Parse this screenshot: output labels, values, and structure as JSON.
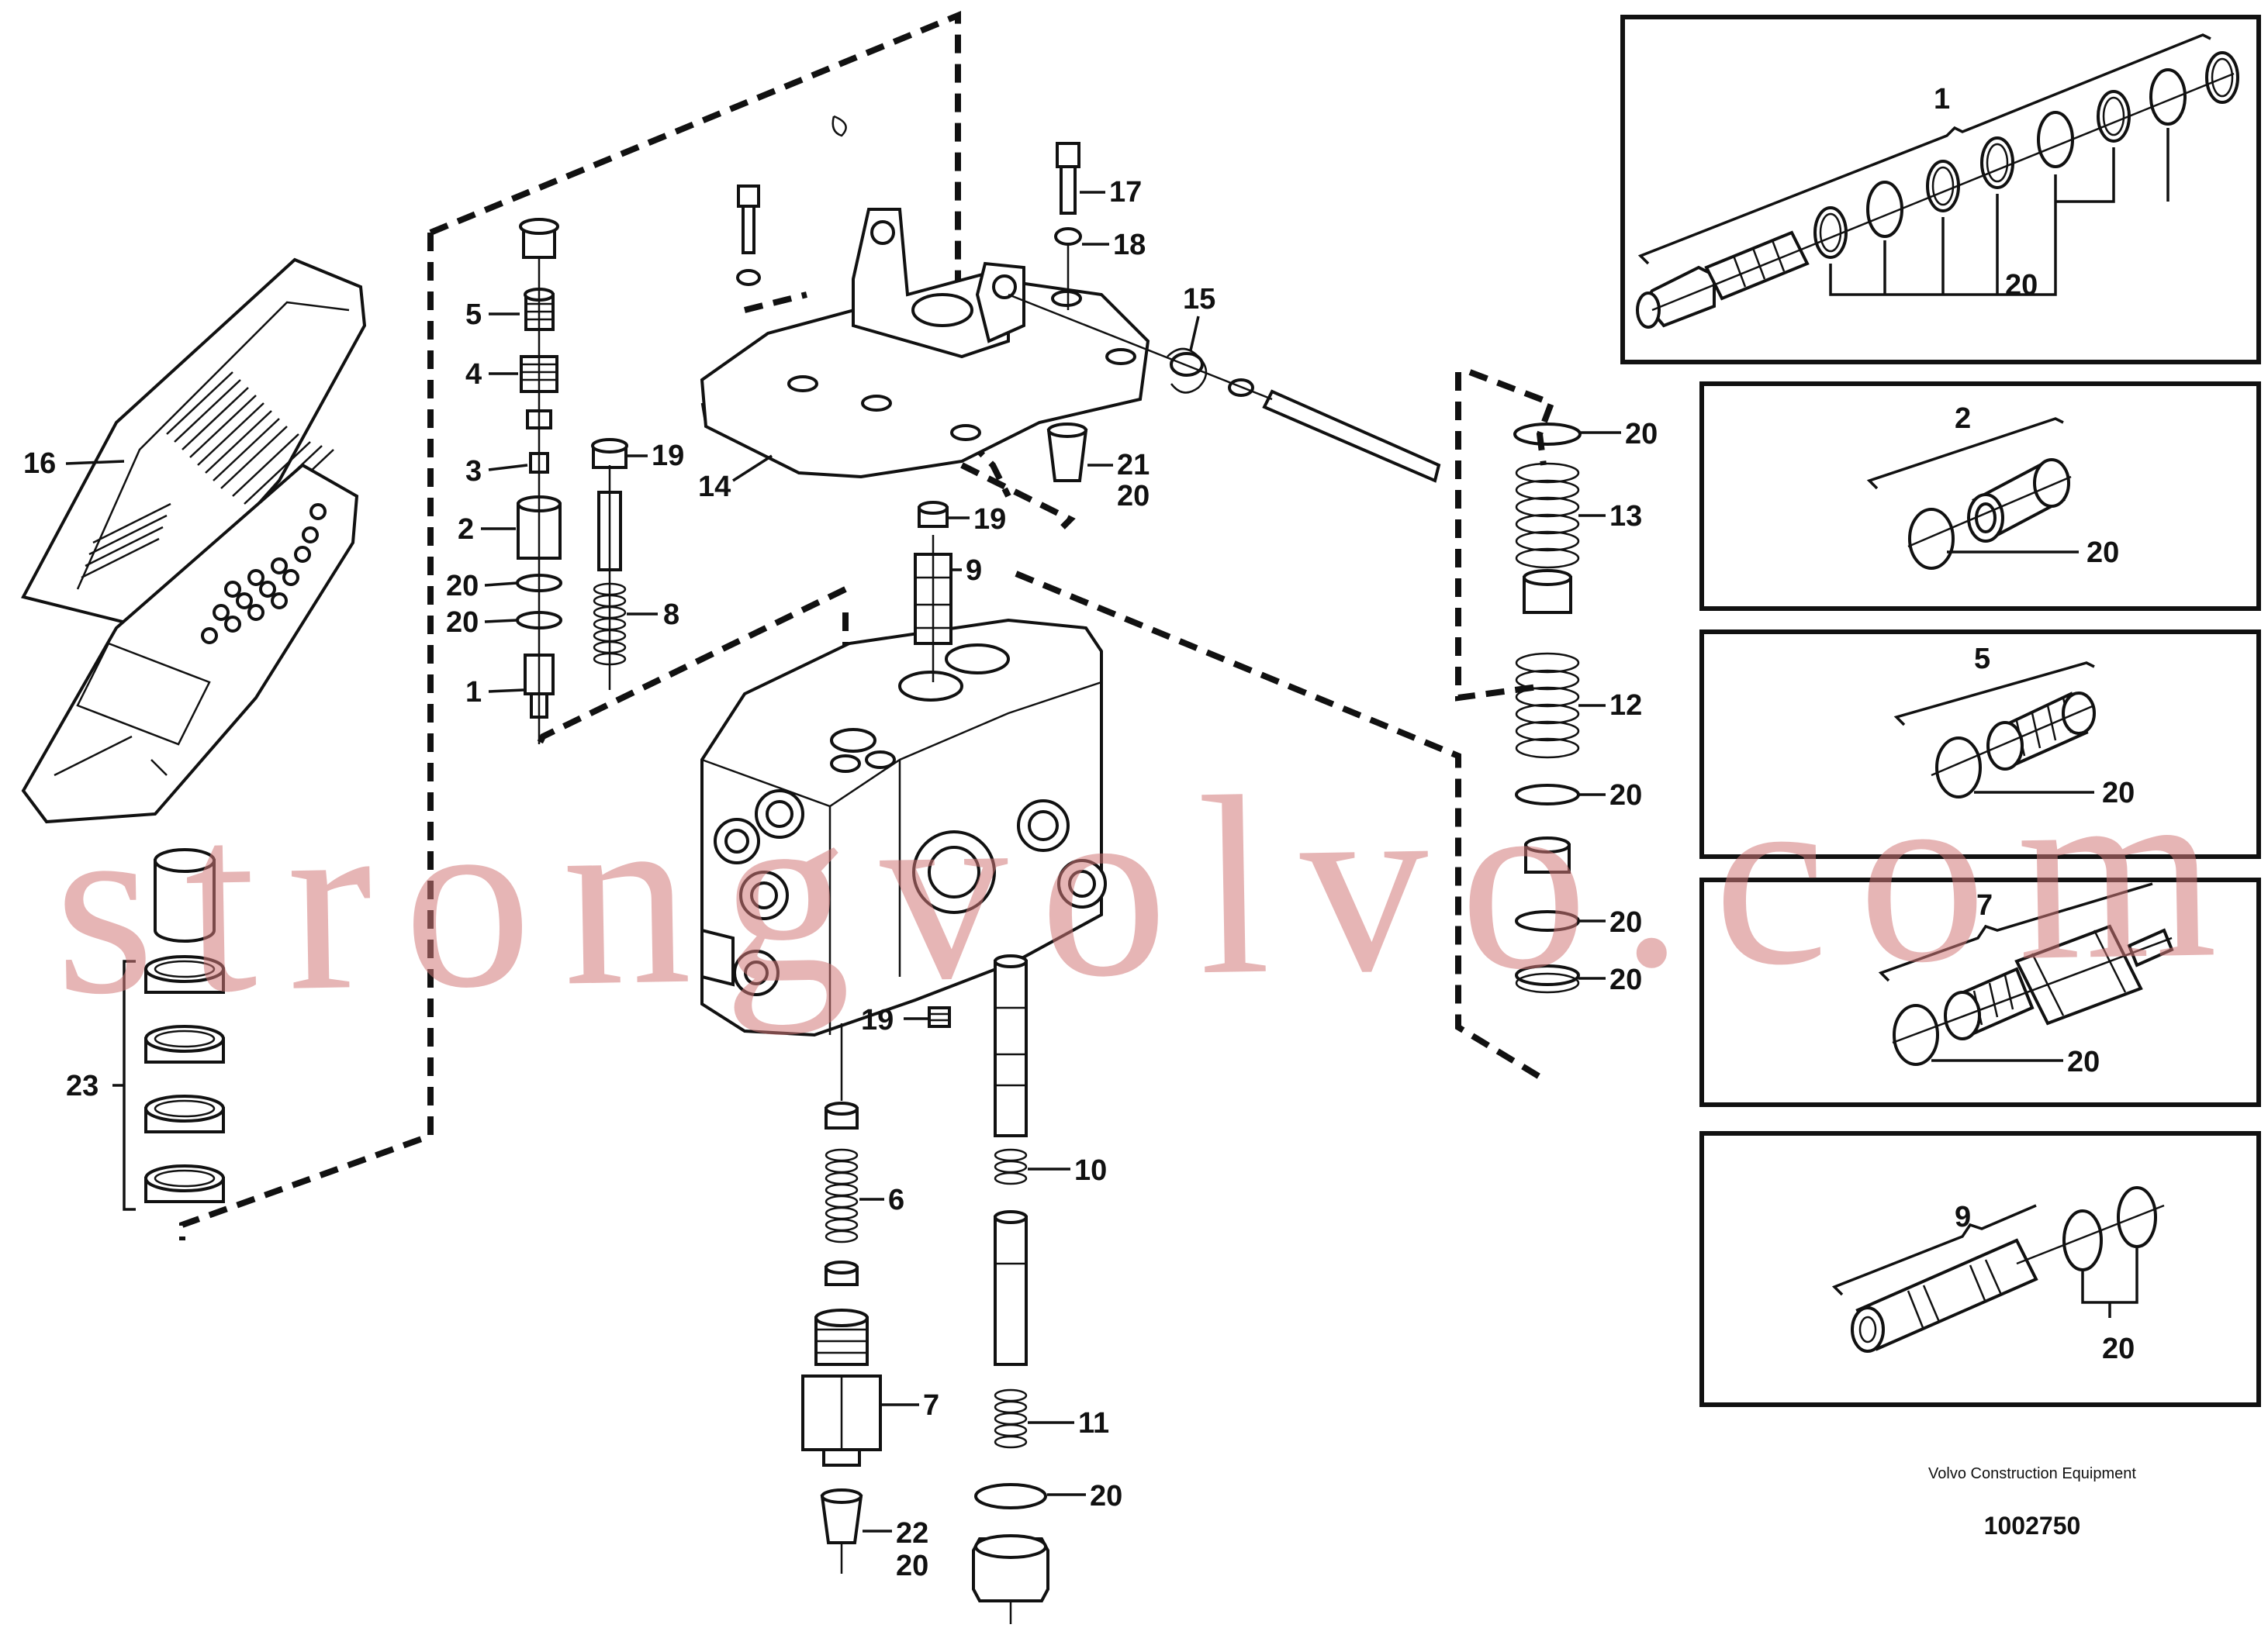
{
  "callouts": {
    "n1": "1",
    "n2": "2",
    "n3": "3",
    "n4": "4",
    "n5": "5",
    "n6": "6",
    "n7": "7",
    "n8": "8",
    "n9": "9",
    "n10": "10",
    "n11": "11",
    "n12": "12",
    "n13": "13",
    "n14": "14",
    "n15": "15",
    "n16": "16",
    "n17": "17",
    "n18": "18",
    "n19": "19",
    "n20": "20",
    "n21": "21",
    "n22": "22",
    "n23": "23"
  },
  "insets": [
    {
      "part": "1",
      "seal": "20"
    },
    {
      "part": "2",
      "seal": "20"
    },
    {
      "part": "5",
      "seal": "20"
    },
    {
      "part": "7",
      "seal": "20"
    },
    {
      "part": "9",
      "seal": "20"
    }
  ],
  "footer": {
    "brand": "Volvo Construction Equipment",
    "drawing_number": "1002750"
  },
  "watermark": "strongvolvo.com"
}
